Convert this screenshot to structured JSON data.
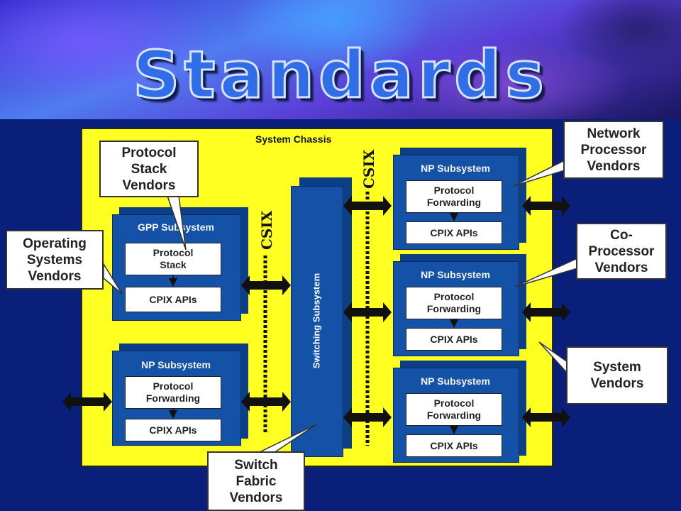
{
  "slide_title": "Standards",
  "chassis_label": "System Chassis",
  "bus_label": "CSIX",
  "switching_label": "Switching Subsystem",
  "gpp": {
    "title": "GPP Subsystem",
    "stack": "Protocol\nStack",
    "api": "CPIX APIs"
  },
  "np_left": {
    "title": "NP Subsystem",
    "fwd": "Protocol\nForwarding",
    "api": "CPIX APIs"
  },
  "np_right": [
    {
      "title": "NP Subsystem",
      "fwd": "Protocol\nForwarding",
      "api": "CPIX APIs"
    },
    {
      "title": "NP Subsystem",
      "fwd": "Protocol\nForwarding",
      "api": "CPIX APIs"
    },
    {
      "title": "NP Subsystem",
      "fwd": "Protocol\nForwarding",
      "api": "CPIX APIs"
    }
  ],
  "callouts": {
    "protocol_stack": "Protocol\nStack\nVendors",
    "operating_systems": "Operating\nSystems\nVendors",
    "network_processor": "Network\nProcessor\nVendors",
    "co_processor": "Co-\nProcessor\nVendors",
    "system": "System\nVendors",
    "switch_fabric": "Switch\nFabric\nVendors"
  },
  "colors": {
    "chassis": "#ffff22",
    "subsystem": "#1452a8",
    "background": "#0a1f7a"
  }
}
